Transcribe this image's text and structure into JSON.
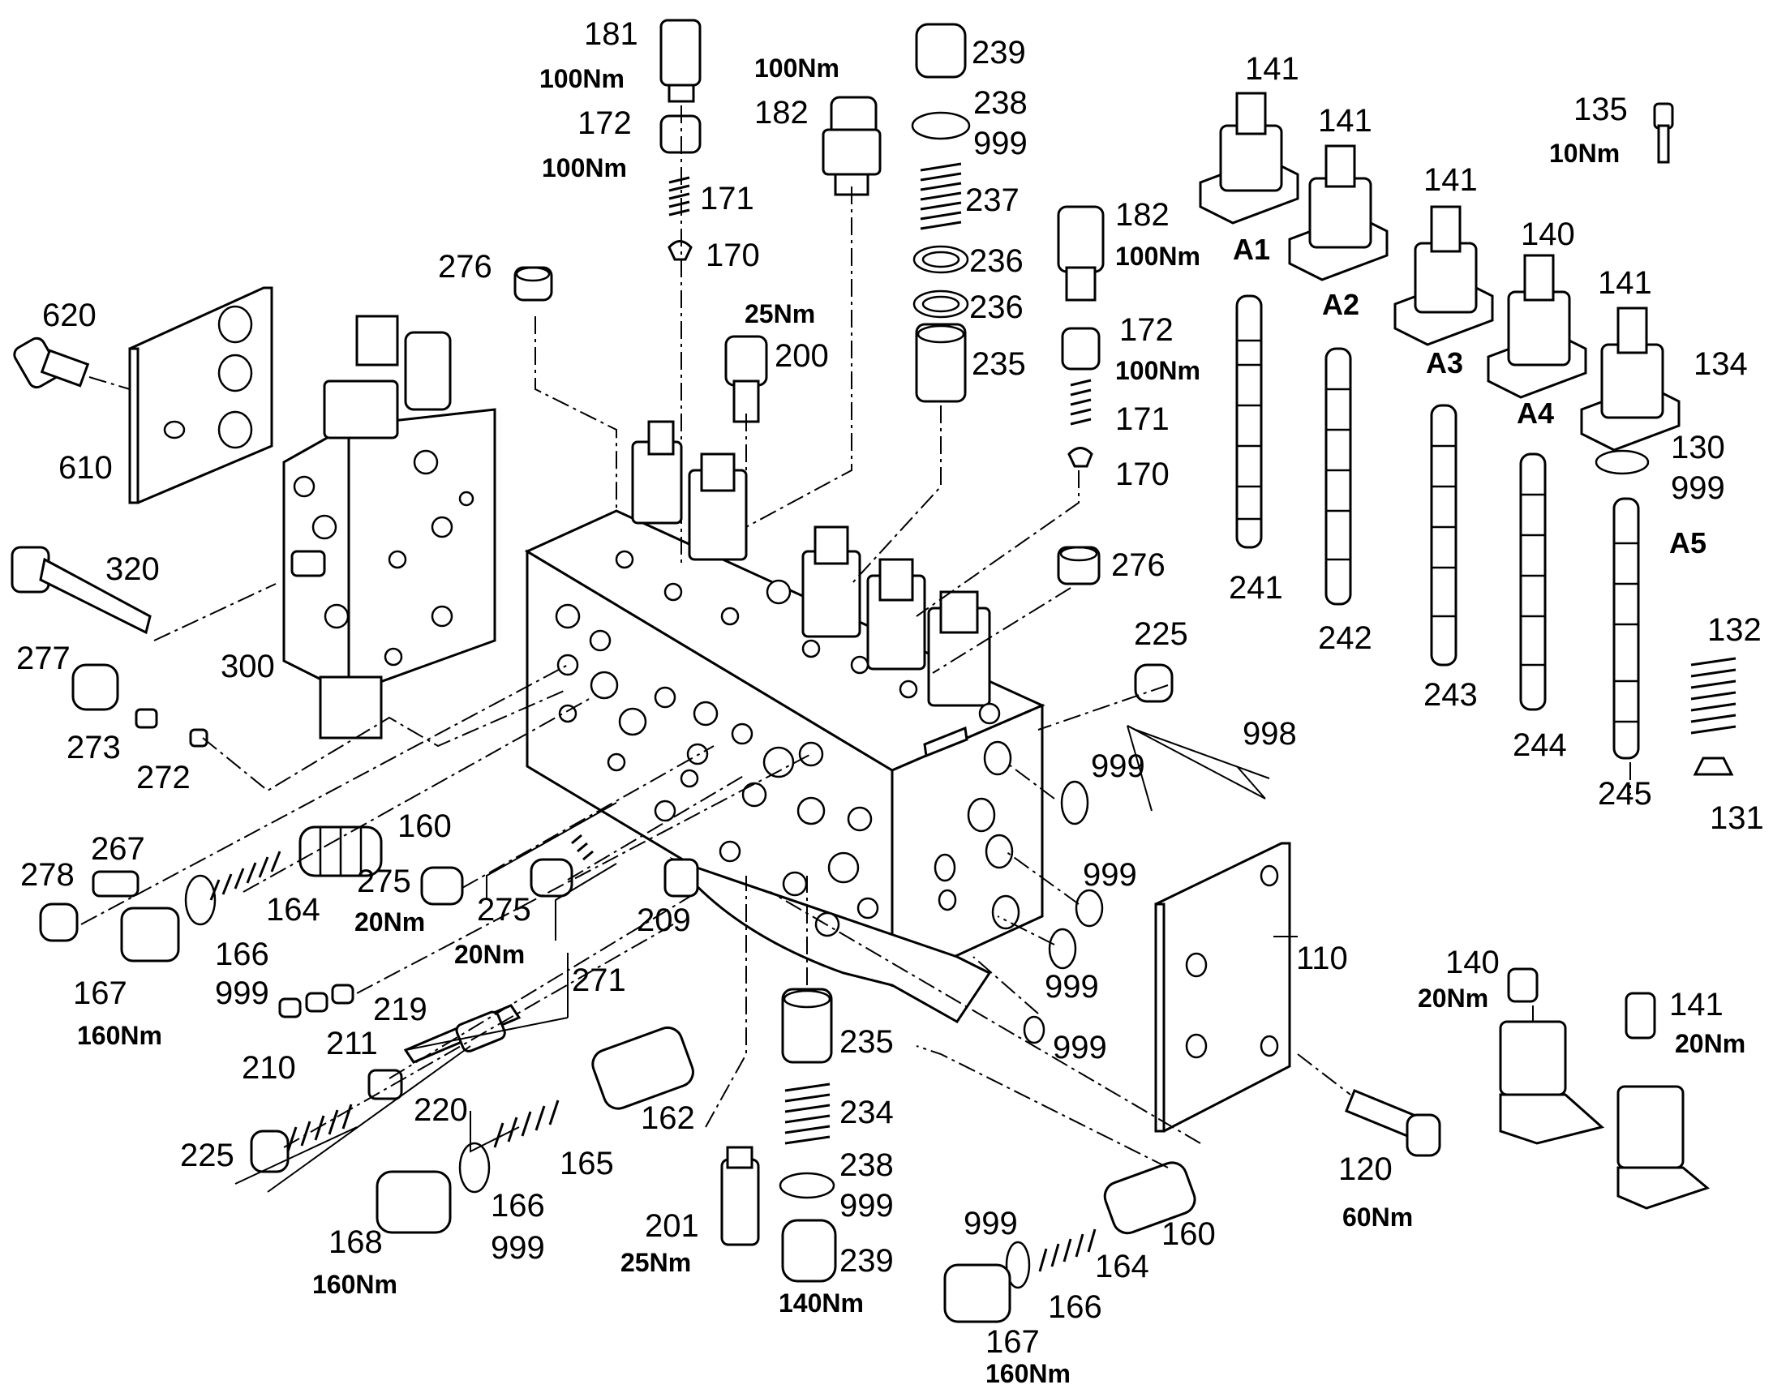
{
  "labels": {
    "l181": "181",
    "l181t": "100Nm",
    "l172a": "172",
    "l172at": "100Nm",
    "l171a": "171",
    "l170a": "170",
    "l182a_t": "100Nm",
    "l182a": "182",
    "l239a": "239",
    "l238a": "238",
    "l999a": "999",
    "l237": "237",
    "l236a": "236",
    "l236b": "236",
    "l235a": "235",
    "l276a": "276",
    "l200t": "25Nm",
    "l200": "200",
    "l182b": "182",
    "l182bt": "100Nm",
    "l172b": "172",
    "l172bt": "100Nm",
    "l171b": "171",
    "l170b": "170",
    "l276b": "276",
    "l141a": "141",
    "A1": "A1",
    "l141b": "141",
    "A2": "A2",
    "l141c": "141",
    "A3": "A3",
    "l140a": "140",
    "A4": "A4",
    "l141d": "141",
    "l134": "134",
    "l135": "135",
    "l135t": "10Nm",
    "l130": "130",
    "l999b": "999",
    "A5": "A5",
    "l241": "241",
    "l242": "242",
    "l243": "243",
    "l244": "244",
    "l245": "245",
    "l132": "132",
    "l131": "131",
    "l620": "620",
    "l610": "610",
    "l320": "320",
    "l300": "300",
    "l277": "277",
    "l273": "273",
    "l272": "272",
    "l160a": "160",
    "l278": "278",
    "l267": "267",
    "l164a": "164",
    "l167a": "167",
    "l167at": "160Nm",
    "l166a": "166",
    "l999c": "999",
    "l275a": "275",
    "l275at": "20Nm",
    "l275b": "275",
    "l275bt": "20Nm",
    "l209": "209",
    "l271": "271",
    "l219": "219",
    "l211": "211",
    "l210": "210",
    "l220": "220",
    "l162": "162",
    "l225a": "225",
    "l165": "165",
    "l166b": "166",
    "l999d": "999",
    "l168": "168",
    "l168t": "160Nm",
    "l235b": "235",
    "l234": "234",
    "l238b": "238",
    "l999e": "999",
    "l201": "201",
    "l201t": "25Nm",
    "l239b": "239",
    "l239bt": "140Nm",
    "l225b": "225",
    "l998": "998",
    "l999f": "999",
    "l999g": "999",
    "l999h": "999",
    "l999i": "999",
    "l110": "110",
    "l120": "120",
    "l120t": "60Nm",
    "l999j": "999",
    "l164b": "164",
    "l160b": "160",
    "l166c": "166",
    "l167b": "167",
    "l167bt": "160Nm",
    "l140b": "140",
    "l140bt": "20Nm",
    "l141e": "141",
    "l141et": "20Nm"
  }
}
